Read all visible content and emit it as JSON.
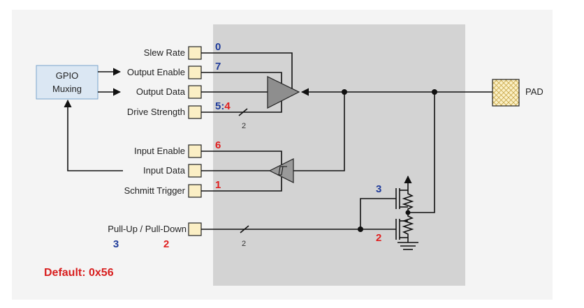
{
  "gpio_block": {
    "line1": "GPIO",
    "line2": "Muxing"
  },
  "signals": {
    "slew_rate": "Slew Rate",
    "output_enable": "Output Enable",
    "output_data": "Output Data",
    "drive_strength": "Drive Strength",
    "input_enable": "Input Enable",
    "input_data": "Input Data",
    "schmitt_trigger": "Schmitt Trigger",
    "pull": "Pull-Up / Pull-Down"
  },
  "bits": {
    "slew_rate": "0",
    "output_enable": "7",
    "drive_strength_hi": "5",
    "drive_strength_sep": ":",
    "drive_strength_lo": "4",
    "input_enable": "6",
    "schmitt_trigger": "1",
    "pullup_fet": "3",
    "pulldown_fet": "2",
    "pull_legend_up": "3",
    "pull_legend_down": "2"
  },
  "bus_widths": {
    "drive": "2",
    "pull": "2"
  },
  "pad_label": "PAD",
  "default_text": "Default: 0x56",
  "colors": {
    "background": "#f4f4f4",
    "shaded_region": "#d3d3d3",
    "register_fill": "#fbefc5",
    "gpio_fill": "#dbe7f3",
    "gpio_border": "#7aa5cc",
    "buffer_fill": "#8e8e8e",
    "blue_bit": "#1f3b9a",
    "red_bit": "#e02020",
    "default_text": "#d81e1e",
    "pad_fill": "#fbf0c6"
  }
}
